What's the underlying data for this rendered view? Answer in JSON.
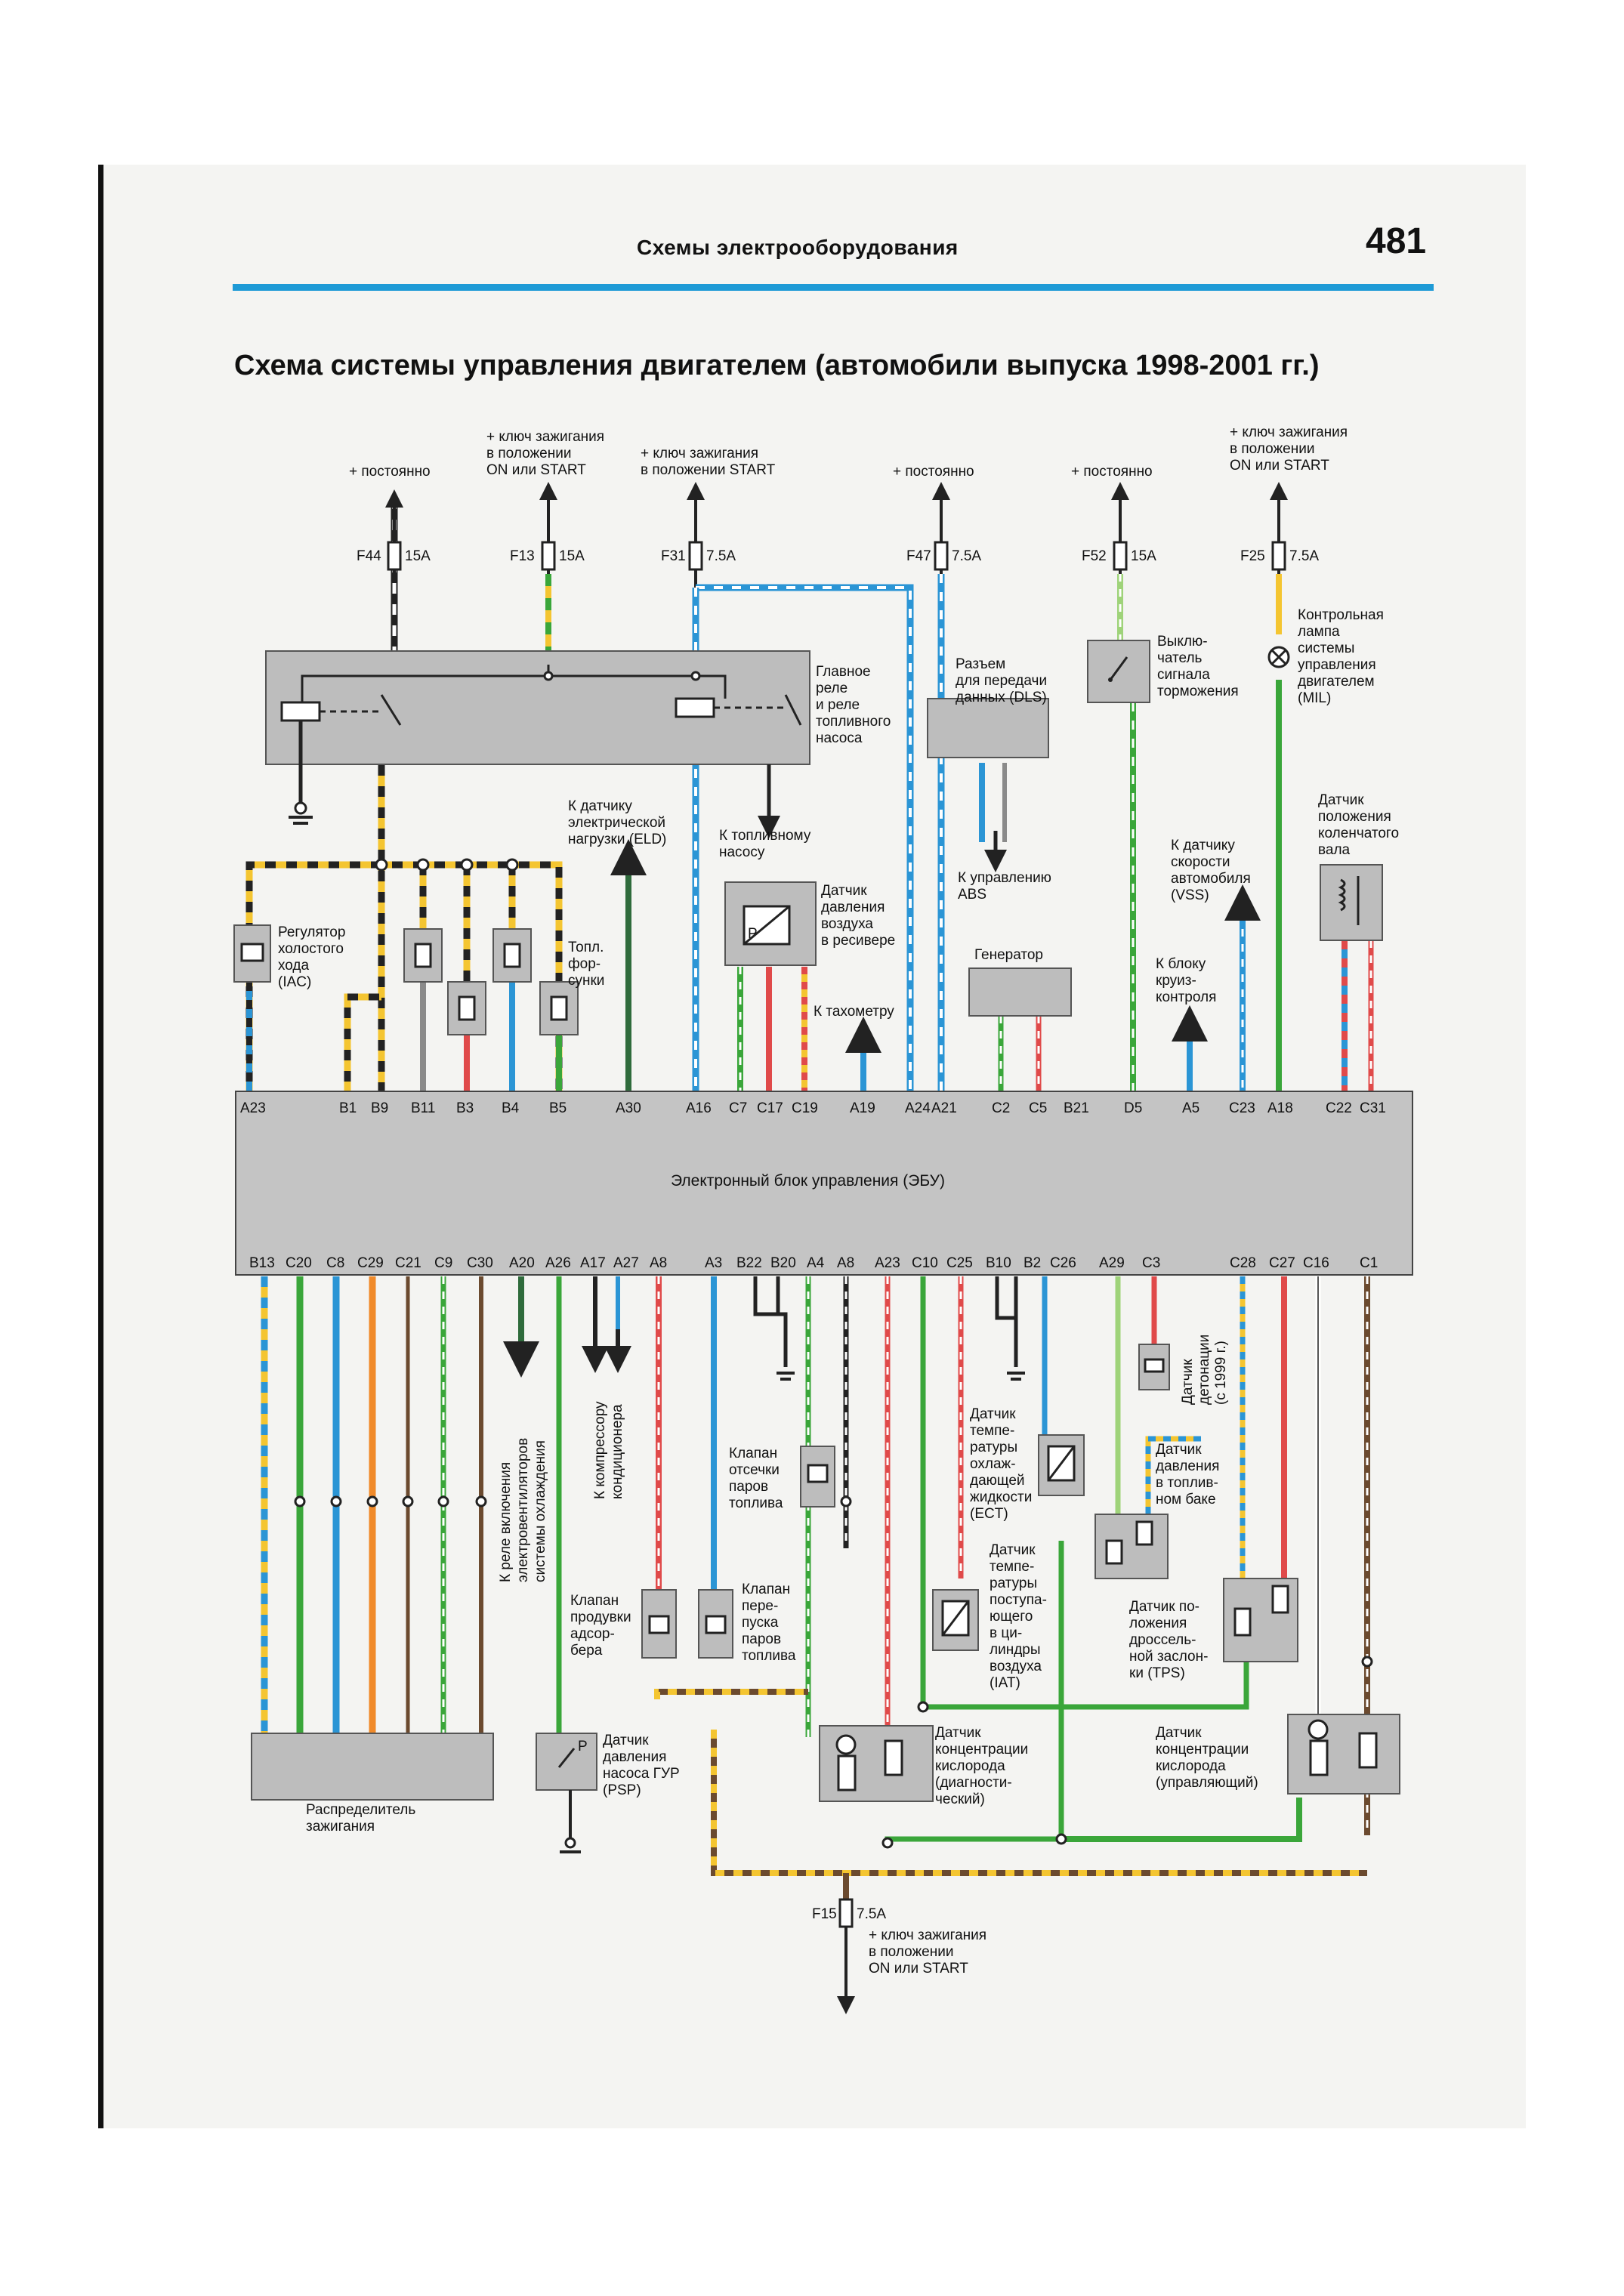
{
  "header": {
    "section": "Схемы электрооборудования",
    "page_number": "481",
    "title": "Схема системы управления двигателем (автомобили выпуска 1998-2001 гг.)"
  },
  "power_labels": {
    "p1": "+ постоянно",
    "p2": [
      "+ ключ зажигания",
      "в положении",
      "ON или START"
    ],
    "p3": [
      "+ ключ зажигания",
      "в положении START"
    ],
    "p4": "+ постоянно",
    "p5": "+ постоянно",
    "p6": [
      "+ ключ зажигания",
      "в положении",
      "ON или START"
    ],
    "p7": [
      "+ ключ зажигания",
      "в положении",
      "ON или START"
    ]
  },
  "fuses": {
    "f44": {
      "name": "F44",
      "rating": "15A"
    },
    "f13": {
      "name": "F13",
      "rating": "15A"
    },
    "f31": {
      "name": "F31",
      "rating": "7.5A"
    },
    "f47": {
      "name": "F47",
      "rating": "7.5A"
    },
    "f52": {
      "name": "F52",
      "rating": "15A"
    },
    "f25": {
      "name": "F25",
      "rating": "7.5A"
    },
    "f15": {
      "name": "F15",
      "rating": "7.5A"
    }
  },
  "components": {
    "main_relay": [
      "Главное",
      "реле",
      "и реле",
      "топливного",
      "насоса"
    ],
    "dls": [
      "Разъем",
      "для передачи",
      "данных (DLS)"
    ],
    "brake_switch": [
      "Выклю-",
      "чатель",
      "сигнала",
      "торможения"
    ],
    "mil": [
      "Контрольная",
      "лампа",
      "системы",
      "управления",
      "двигателем",
      "(MIL)"
    ],
    "ckp": [
      "Датчик",
      "положения",
      "коленчатого",
      "вала"
    ],
    "eld": [
      "К датчику",
      "электрической",
      "нагрузки (ELD)"
    ],
    "fuel_pump": [
      "К топливному",
      "насосу"
    ],
    "map": [
      "Датчик",
      "давления",
      "воздуха",
      "в ресивере"
    ],
    "abs": [
      "К управлению",
      "ABS"
    ],
    "vss": [
      "К датчику",
      "скорости",
      "автомобиля",
      "(VSS)"
    ],
    "generator": "Генератор",
    "cruise": [
      "К блоку",
      "круиз-",
      "контроля"
    ],
    "tachometer": "К тахометру",
    "iac": [
      "Регулятор",
      "холостого",
      "хода",
      "(IAC)"
    ],
    "injectors": [
      "Топл.",
      "фор-",
      "сунки"
    ],
    "ecu": "Электронный блок управления (ЭБУ)",
    "fan_relay": [
      "К реле включения",
      "электровентиляторов",
      "системы охлаждения"
    ],
    "ac": [
      "К компрессору",
      "кондиционера"
    ],
    "knock": [
      "Датчик",
      "детонации",
      "(с 1999 г.)"
    ],
    "evap_cut": [
      "Клапан",
      "отсечки",
      "паров",
      "топлива"
    ],
    "ect": [
      "Датчик",
      "темпе-",
      "ратуры",
      "охлаж-",
      "дающей",
      "жидкости",
      "(ECT)"
    ],
    "tank_pressure": [
      "Датчик",
      "давления",
      "в топлив-",
      "ном баке"
    ],
    "iat": [
      "Датчик",
      "темпе-",
      "ратуры",
      "поступа-",
      "ющего",
      "в ци-",
      "линдры",
      "воздуха",
      "(IAT)"
    ],
    "tps": [
      "Датчик по-",
      "ложения",
      "дроссель-",
      "ной заслон-",
      "ки (TPS)"
    ],
    "purge": [
      "Клапан",
      "продувки",
      "адсор-",
      "бера"
    ],
    "bypass": [
      "Клапан",
      "пере-",
      "пуска",
      "паров",
      "топлива"
    ],
    "o2_diag": [
      "Датчик",
      "концентрации",
      "кислорода",
      "(диагности-",
      "ческий)"
    ],
    "o2_ctrl": [
      "Датчик",
      "концентрации",
      "кислорода",
      "(управляющий)"
    ],
    "psp": [
      "Датчик",
      "давления",
      "насоса ГУР",
      "(PSP)"
    ],
    "distributor": [
      "Распределитель",
      "зажигания"
    ]
  },
  "pins_top": [
    "A23",
    "B1",
    "B9",
    "B11",
    "B3",
    "B4",
    "B5",
    "A30",
    "A16",
    "C7",
    "C17",
    "C19",
    "A19",
    "A24",
    "A21",
    "C2",
    "C5",
    "B21",
    "D5",
    "A5",
    "C23",
    "A18",
    "C22",
    "C31"
  ],
  "pins_bottom": [
    "B13",
    "C20",
    "C8",
    "C29",
    "C21",
    "C9",
    "C30",
    "A20",
    "A26",
    "A17",
    "A27",
    "A8",
    "A3",
    "B22",
    "B20",
    "A4",
    "A8",
    "A23",
    "C10",
    "C25",
    "B10",
    "B2",
    "C26",
    "A29",
    "C3",
    "C28",
    "C27",
    "C16",
    "C1"
  ],
  "wire_colors": {
    "yellow": "#f4c531",
    "blue": "#2b95d5",
    "green": "#3aa63a",
    "red": "#e04a4a",
    "black": "#222222",
    "white": "#ffffff",
    "brown": "#6b4a2f",
    "orange": "#f08a2a",
    "gray": "#8a8a8a",
    "lightgreen": "#9fd37a",
    "darkgreen": "#2f6b3c"
  }
}
